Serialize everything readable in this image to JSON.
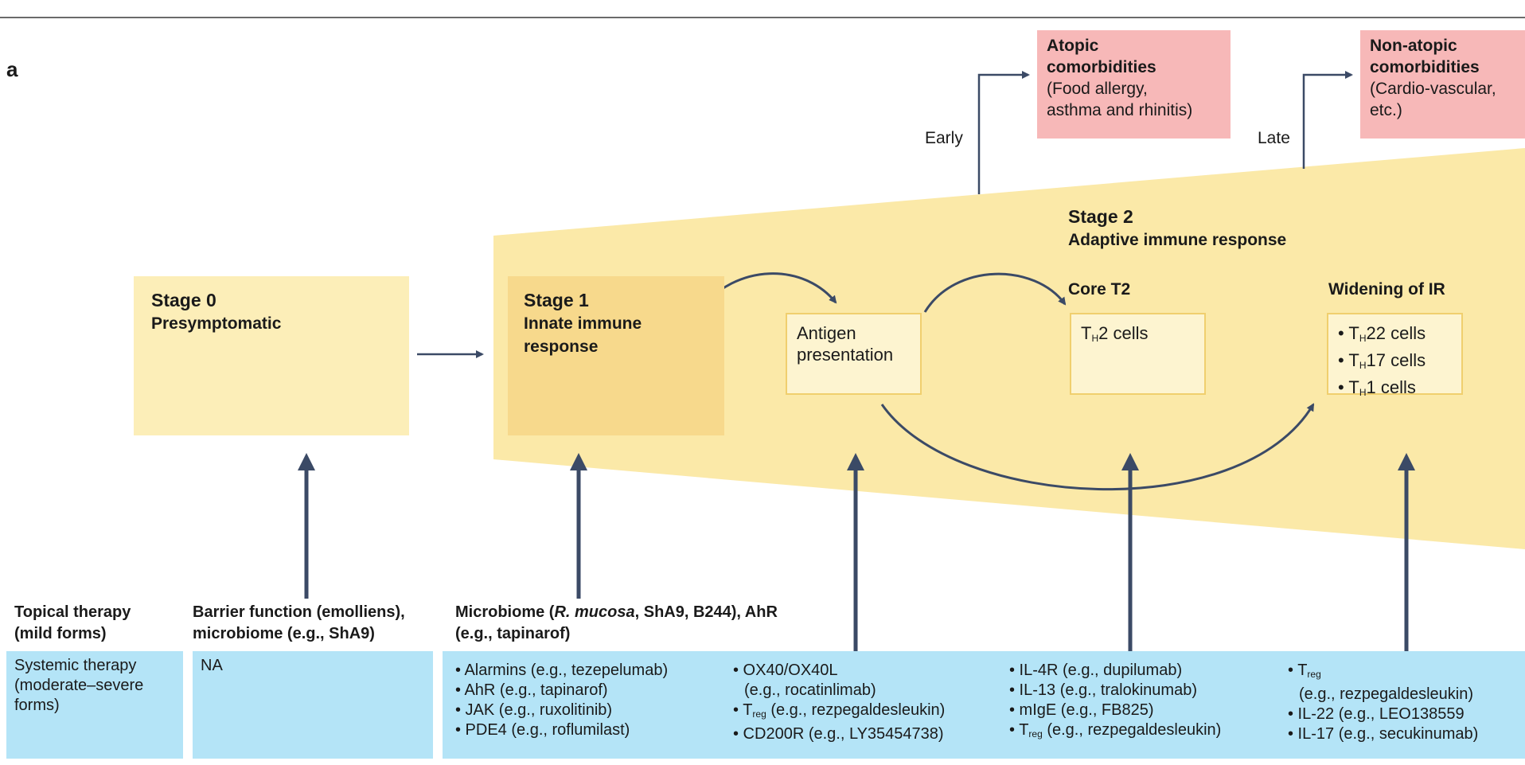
{
  "panel_letter": "a",
  "stages": {
    "stage0": {
      "title": "Stage 0",
      "subtitle": "Presymptomatic"
    },
    "stage1": {
      "title": "Stage 1",
      "subtitle_line1": "Innate immune",
      "subtitle_line2": "response"
    },
    "stage2": {
      "title": "Stage 2",
      "subtitle": "Adaptive immune response"
    }
  },
  "boxes": {
    "antigen_line1": "Antigen",
    "antigen_line2": "presentation",
    "core_t2_label": "Core T2",
    "th2_prefix": "T",
    "th2_sub": "H",
    "th2_suffix": "2 cells",
    "widening_label": "Widening of IR",
    "widening_items": [
      {
        "prefix": "• T",
        "sub": "H",
        "suffix": "22 cells"
      },
      {
        "prefix": "• T",
        "sub": "H",
        "suffix": "17 cells"
      },
      {
        "prefix": "• T",
        "sub": "H",
        "suffix": "1 cells"
      }
    ]
  },
  "comorbidities": {
    "atopic": {
      "title_line1": "Atopic",
      "title_line2": "comorbidities",
      "detail_line1": "(Food allergy,",
      "detail_line2": "asthma and rhinitis)"
    },
    "nonatopic": {
      "title_line1": "Non-atopic",
      "title_line2": "comorbidities",
      "detail_line1": "(Cardio-vascular,",
      "detail_line2": "etc.)"
    },
    "early_label": "Early",
    "late_label": "Late"
  },
  "topical": {
    "header_line1": "Topical therapy",
    "header_line2": "(mild forms)",
    "col1_line1": "Barrier function (emolliens),",
    "col1_line2": "microbiome (e.g., ShA9)",
    "col2_line1_pre": "Microbiome (",
    "col2_line1_italic": "R. mucosa",
    "col2_line1_post": ", ShA9, B244), AhR",
    "col2_line2": "(e.g., tapinarof)"
  },
  "systemic": {
    "header_line1": "Systemic therapy",
    "header_line2": "(moderate–severe",
    "header_line3": "forms)",
    "stage0_value": "NA",
    "col_a": [
      "• Alarmins (e.g., tezepelumab)",
      "• AhR (e.g., tapinarof)",
      "• JAK (e.g., ruxolitinib)",
      "• PDE4 (e.g., roflumilast)"
    ],
    "col_b_line1": "• OX40/OX40L",
    "col_b_line2": "(e.g., rocatinlimab)",
    "col_b_line3_prefix": "• T",
    "col_b_line3_sub": "reg",
    "col_b_line3_suffix": " (e.g., rezpegaldesleukin)",
    "col_b_line4": "• CD200R (e.g., LY35454738)",
    "col_c_line1": "• IL-4R (e.g., dupilumab)",
    "col_c_line2": "• IL-13 (e.g., tralokinumab)",
    "col_c_line3": "• mIgE (e.g., FB825)",
    "col_c_line4_prefix": "• T",
    "col_c_line4_sub": "reg",
    "col_c_line4_suffix": " (e.g., rezpegaldesleukin)",
    "col_d_line1_prefix": "• T",
    "col_d_line1_sub": "reg",
    "col_d_line2": "(e.g., rezpegaldesleukin)",
    "col_d_line3": "• IL-22 (e.g., LEO138559",
    "col_d_line4": "• IL-17 (e.g., secukinumab)"
  },
  "colors": {
    "stage0_fill": "#fceeb8",
    "stage1_fill": "#f7d98c",
    "wedge_fill": "#fbe9a8",
    "comorbidity_fill": "#f7b8b8",
    "systemic_fill": "#b4e4f7",
    "arrow": "#3b4a66"
  }
}
